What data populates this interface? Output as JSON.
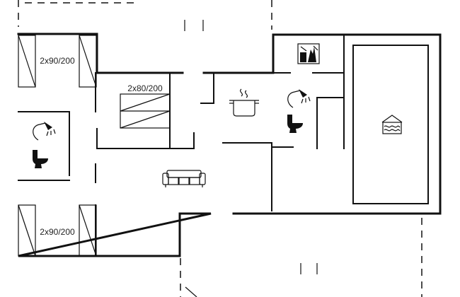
{
  "labels": {
    "bed_top_left": "2x90/200",
    "bed_middle": "2x80/200",
    "bed_bottom_left": "2x90/200"
  },
  "icons": {
    "kitchen": "cooking-pot-icon",
    "shower": "shower-icon",
    "toilet": "toilet-icon",
    "washing_machine": "washing-machine-icon",
    "pool": "pool-icon",
    "sofa": "sofa-icon"
  },
  "colors": {
    "line": "#111111",
    "background": "#ffffff"
  }
}
